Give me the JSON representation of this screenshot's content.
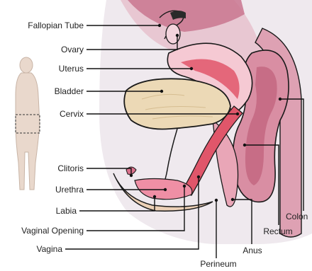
{
  "labels": {
    "fallopian_tube": "Fallopian Tube",
    "ovary": "Ovary",
    "uterus": "Uterus",
    "bladder": "Bladder",
    "cervix": "Cervix",
    "clitoris": "Clitoris",
    "urethra": "Urethra",
    "labia": "Labia",
    "vaginal_opening": "Vaginal Opening",
    "vagina": "Vagina",
    "perineum": "Perineum",
    "anus": "Anus",
    "rectum": "Rectum",
    "colon": "Colon"
  },
  "colors": {
    "background": "#ffffff",
    "pelvis_shade": "#efe9ee",
    "abdomen_pink": "#c9768f",
    "rectum_pink": "#d98ea3",
    "uterus_red": "#e0566a",
    "bladder_tan": "#ecd9b6",
    "outline": "#1a1a1a",
    "silhouette": "#e9d8cc"
  }
}
